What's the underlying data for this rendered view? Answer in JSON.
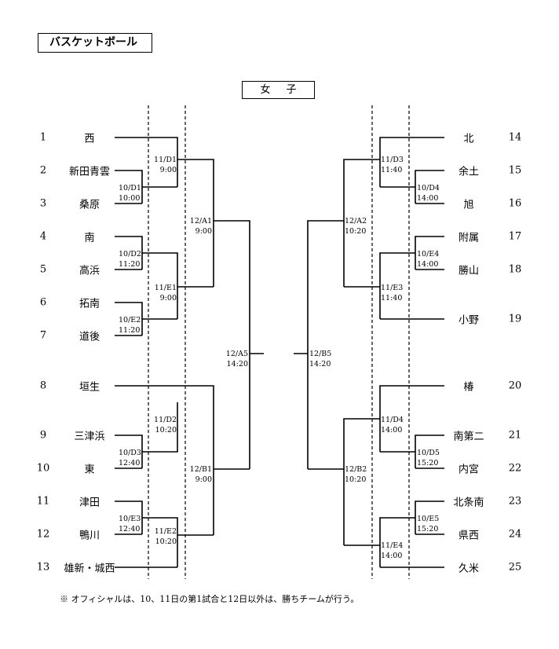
{
  "title": "バスケットボール",
  "division": "女子",
  "left_entries": [
    {
      "no": "1",
      "team": "西"
    },
    {
      "no": "2",
      "team": "新田青雲"
    },
    {
      "no": "3",
      "team": "桑原"
    },
    {
      "no": "4",
      "team": "南"
    },
    {
      "no": "5",
      "team": "高浜"
    },
    {
      "no": "6",
      "team": "拓南"
    },
    {
      "no": "7",
      "team": "道後"
    },
    {
      "no": "8",
      "team": "垣生"
    },
    {
      "no": "9",
      "team": "三津浜"
    },
    {
      "no": "10",
      "team": "東"
    },
    {
      "no": "11",
      "team": "津田"
    },
    {
      "no": "12",
      "team": "鴨川"
    },
    {
      "no": "13",
      "team": "雄新・城西"
    }
  ],
  "right_entries": [
    {
      "no": "14",
      "team": "北"
    },
    {
      "no": "15",
      "team": "余土"
    },
    {
      "no": "16",
      "team": "旭"
    },
    {
      "no": "17",
      "team": "附属"
    },
    {
      "no": "18",
      "team": "勝山"
    },
    {
      "no": "19",
      "team": "小野"
    },
    {
      "no": "20",
      "team": "椿"
    },
    {
      "no": "21",
      "team": "南第二"
    },
    {
      "no": "22",
      "team": "内宮"
    },
    {
      "no": "23",
      "team": "北条南"
    },
    {
      "no": "24",
      "team": "県西"
    },
    {
      "no": "25",
      "team": "久米"
    }
  ],
  "matches": {
    "d1": {
      "code": "11/D1",
      "time": "9:00"
    },
    "d1b": {
      "code": "10/D1",
      "time": "10:00"
    },
    "d2b": {
      "code": "10/D2",
      "time": "11:20"
    },
    "e1": {
      "code": "11/E1",
      "time": "9:00"
    },
    "e2b": {
      "code": "10/E2",
      "time": "11:20"
    },
    "a1": {
      "code": "12/A1",
      "time": "9:00"
    },
    "d2": {
      "code": "11/D2",
      "time": "10:20"
    },
    "d3b": {
      "code": "10/D3",
      "time": "12:40"
    },
    "e3b": {
      "code": "10/E3",
      "time": "12:40"
    },
    "e2": {
      "code": "11/E2",
      "time": "10:20"
    },
    "b1": {
      "code": "12/B1",
      "time": "9:00"
    },
    "a5": {
      "code": "12/A5",
      "time": "14:20"
    },
    "b5": {
      "code": "12/B5",
      "time": "14:20"
    },
    "d3": {
      "code": "11/D3",
      "time": "11:40"
    },
    "d4b": {
      "code": "10/D4",
      "time": "14:00"
    },
    "a2": {
      "code": "12/A2",
      "time": "10:20"
    },
    "e4b": {
      "code": "10/E4",
      "time": "14:00"
    },
    "e3": {
      "code": "11/E3",
      "time": "11:40"
    },
    "d4": {
      "code": "11/D4",
      "time": "14:00"
    },
    "d5b": {
      "code": "10/D5",
      "time": "15:20"
    },
    "b2": {
      "code": "12/B2",
      "time": "10:20"
    },
    "e5b": {
      "code": "10/E5",
      "time": "15:20"
    },
    "e4": {
      "code": "11/E4",
      "time": "14:00"
    }
  },
  "footnote": "※  オフィシャルは、10、11日の第1試合と12日以外は、勝ちチームが行う。"
}
